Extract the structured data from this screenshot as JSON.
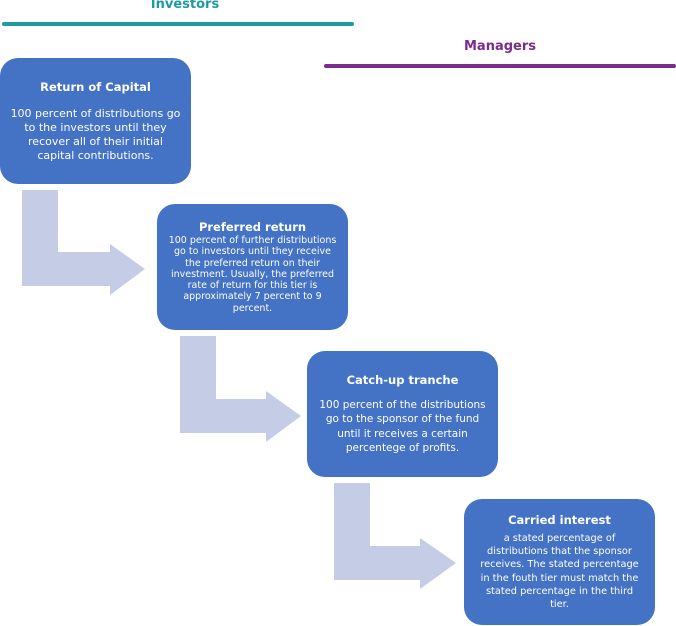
{
  "headers": {
    "investors": "Investors",
    "managers": "Managers"
  },
  "colors": {
    "investors": "#1e9aa3",
    "managers": "#7b2a8e",
    "box": "#4472c4",
    "arrow": "#c5cde6"
  },
  "tiers": [
    {
      "title": "Return of Capital",
      "text": "100 percent of distributions go to the investors until they recover all of their initial capital contributions."
    },
    {
      "title": "Preferred return",
      "text": "100 percent of further distributions go to investors until they receive the preferred return on their investment. Usually, the preferred rate of return for this tier is approximately 7 percent to 9 percent."
    },
    {
      "title": "Catch-up tranche",
      "text": "100 percent of the distributions go to the sponsor of the fund until it receives a certain percentege of profits."
    },
    {
      "title": "Carried interest",
      "text": "a stated percentage of distributions that the sponsor receives. The stated percentage in the fouth tier must match the stated percentage in the third tier."
    }
  ]
}
